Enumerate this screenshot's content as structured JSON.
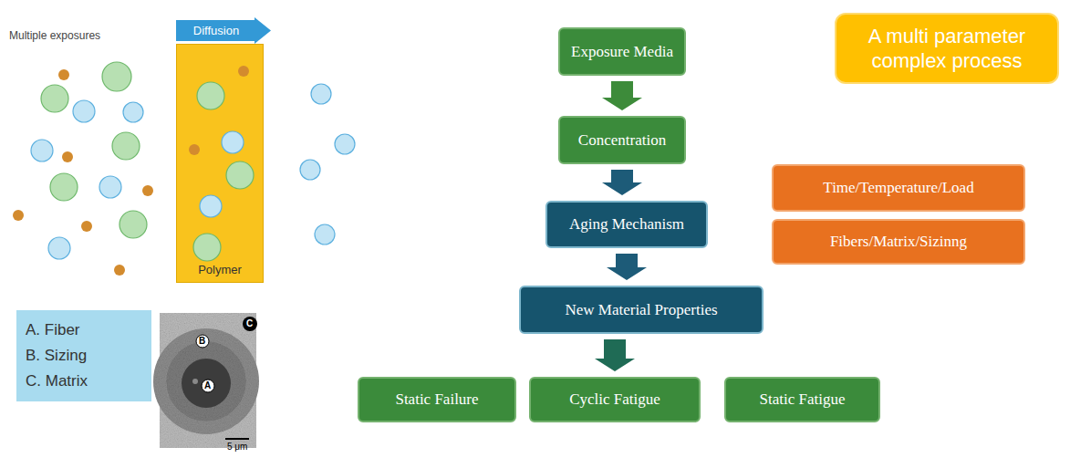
{
  "diagram": {
    "nodes": [
      {
        "text": [
          "Diffusion"
        ]
      },
      {
        "text": [
          "Polymer"
        ]
      },
      {
        "text": [
          "Exposure Media"
        ]
      },
      {
        "text": [
          "A multi parameter complex process"
        ]
      },
      {
        "text": [
          "Concentration"
        ]
      },
      {
        "text": [
          "Time/Temperature/Load"
        ]
      },
      {
        "text": [
          "Aging Mechanism"
        ]
      },
      {
        "text": [
          "Fibers/Matrix/Sizinng"
        ]
      },
      {
        "text": [
          "New Material Properties"
        ]
      },
      {
        "text": [
          "A. Fiber",
          "B. Sizing",
          "C. Matrix"
        ]
      },
      {
        "text": [
          "Static Failure"
        ]
      },
      {
        "text": [
          "Cyclic Fatigue"
        ]
      },
      {
        "text": [
          "Static Fatigue"
        ]
      }
    ],
    "edges": [
      {
        "from": 2,
        "to": 4,
        "arrow": "to"
      },
      {
        "from": 4,
        "to": 6,
        "arrow": "to"
      },
      {
        "from": 6,
        "to": 8,
        "arrow": "to"
      },
      {
        "from": 8,
        "to": 11,
        "arrow": "to"
      }
    ],
    "labels": [
      "Multiple exposures",
      "B",
      "A",
      "C",
      "5 μm"
    ]
  }
}
